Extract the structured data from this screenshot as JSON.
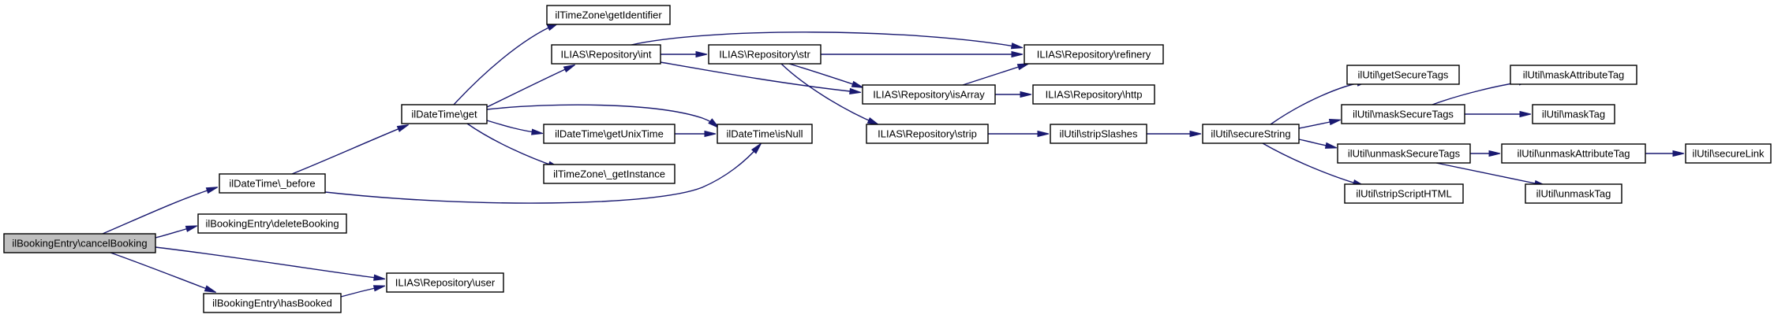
{
  "graph": {
    "nodes": [
      {
        "id": "cancelBooking",
        "label": "ilBookingEntry\\cancelBooking",
        "root": true
      },
      {
        "id": "before",
        "label": "ilDateTime\\_before"
      },
      {
        "id": "deleteBooking",
        "label": "ilBookingEntry\\deleteBooking"
      },
      {
        "id": "hasBooked",
        "label": "ilBookingEntry\\hasBooked"
      },
      {
        "id": "user",
        "label": "ILIAS\\Repository\\user"
      },
      {
        "id": "get",
        "label": "ilDateTime\\get"
      },
      {
        "id": "isNull",
        "label": "ilDateTime\\isNull"
      },
      {
        "id": "tzGetIdentifier",
        "label": "ilTimeZone\\getIdentifier"
      },
      {
        "id": "repoInt",
        "label": "ILIAS\\Repository\\int"
      },
      {
        "id": "getUnixTime",
        "label": "ilDateTime\\getUnixTime"
      },
      {
        "id": "tzGetInstance",
        "label": "ilTimeZone\\_getInstance"
      },
      {
        "id": "repoStr",
        "label": "ILIAS\\Repository\\str"
      },
      {
        "id": "refinery",
        "label": "ILIAS\\Repository\\refinery"
      },
      {
        "id": "isArray",
        "label": "ILIAS\\Repository\\isArray"
      },
      {
        "id": "strip",
        "label": "ILIAS\\Repository\\strip"
      },
      {
        "id": "http",
        "label": "ILIAS\\Repository\\http"
      },
      {
        "id": "stripSlashes",
        "label": "ilUtil\\stripSlashes"
      },
      {
        "id": "secureString",
        "label": "ilUtil\\secureString"
      },
      {
        "id": "getSecureTags",
        "label": "ilUtil\\getSecureTags"
      },
      {
        "id": "maskSecureTags",
        "label": "ilUtil\\maskSecureTags"
      },
      {
        "id": "unmaskSecureTags",
        "label": "ilUtil\\unmaskSecureTags"
      },
      {
        "id": "stripScriptHTML",
        "label": "ilUtil\\stripScriptHTML"
      },
      {
        "id": "maskAttributeTag",
        "label": "ilUtil\\maskAttributeTag"
      },
      {
        "id": "maskTag",
        "label": "ilUtil\\maskTag"
      },
      {
        "id": "unmaskAttributeTag",
        "label": "ilUtil\\unmaskAttributeTag"
      },
      {
        "id": "unmaskTag",
        "label": "ilUtil\\unmaskTag"
      },
      {
        "id": "secureLink",
        "label": "ilUtil\\secureLink"
      }
    ],
    "edges": [
      {
        "from": "cancelBooking",
        "to": "before"
      },
      {
        "from": "cancelBooking",
        "to": "deleteBooking"
      },
      {
        "from": "cancelBooking",
        "to": "hasBooked"
      },
      {
        "from": "cancelBooking",
        "to": "user"
      },
      {
        "from": "before",
        "to": "get"
      },
      {
        "from": "before",
        "to": "isNull"
      },
      {
        "from": "hasBooked",
        "to": "user"
      },
      {
        "from": "get",
        "to": "tzGetIdentifier"
      },
      {
        "from": "get",
        "to": "repoInt"
      },
      {
        "from": "get",
        "to": "isNull"
      },
      {
        "from": "get",
        "to": "getUnixTime"
      },
      {
        "from": "get",
        "to": "tzGetInstance"
      },
      {
        "from": "getUnixTime",
        "to": "isNull"
      },
      {
        "from": "repoInt",
        "to": "repoStr"
      },
      {
        "from": "repoInt",
        "to": "refinery"
      },
      {
        "from": "repoInt",
        "to": "isArray"
      },
      {
        "from": "repoStr",
        "to": "refinery"
      },
      {
        "from": "repoStr",
        "to": "isArray"
      },
      {
        "from": "repoStr",
        "to": "strip"
      },
      {
        "from": "isArray",
        "to": "refinery"
      },
      {
        "from": "isArray",
        "to": "http"
      },
      {
        "from": "strip",
        "to": "stripSlashes"
      },
      {
        "from": "stripSlashes",
        "to": "secureString"
      },
      {
        "from": "secureString",
        "to": "getSecureTags"
      },
      {
        "from": "secureString",
        "to": "maskSecureTags"
      },
      {
        "from": "secureString",
        "to": "unmaskSecureTags"
      },
      {
        "from": "secureString",
        "to": "stripScriptHTML"
      },
      {
        "from": "maskSecureTags",
        "to": "maskAttributeTag"
      },
      {
        "from": "maskSecureTags",
        "to": "maskTag"
      },
      {
        "from": "unmaskSecureTags",
        "to": "unmaskAttributeTag"
      },
      {
        "from": "unmaskSecureTags",
        "to": "unmaskTag"
      },
      {
        "from": "unmaskAttributeTag",
        "to": "secureLink"
      }
    ]
  }
}
